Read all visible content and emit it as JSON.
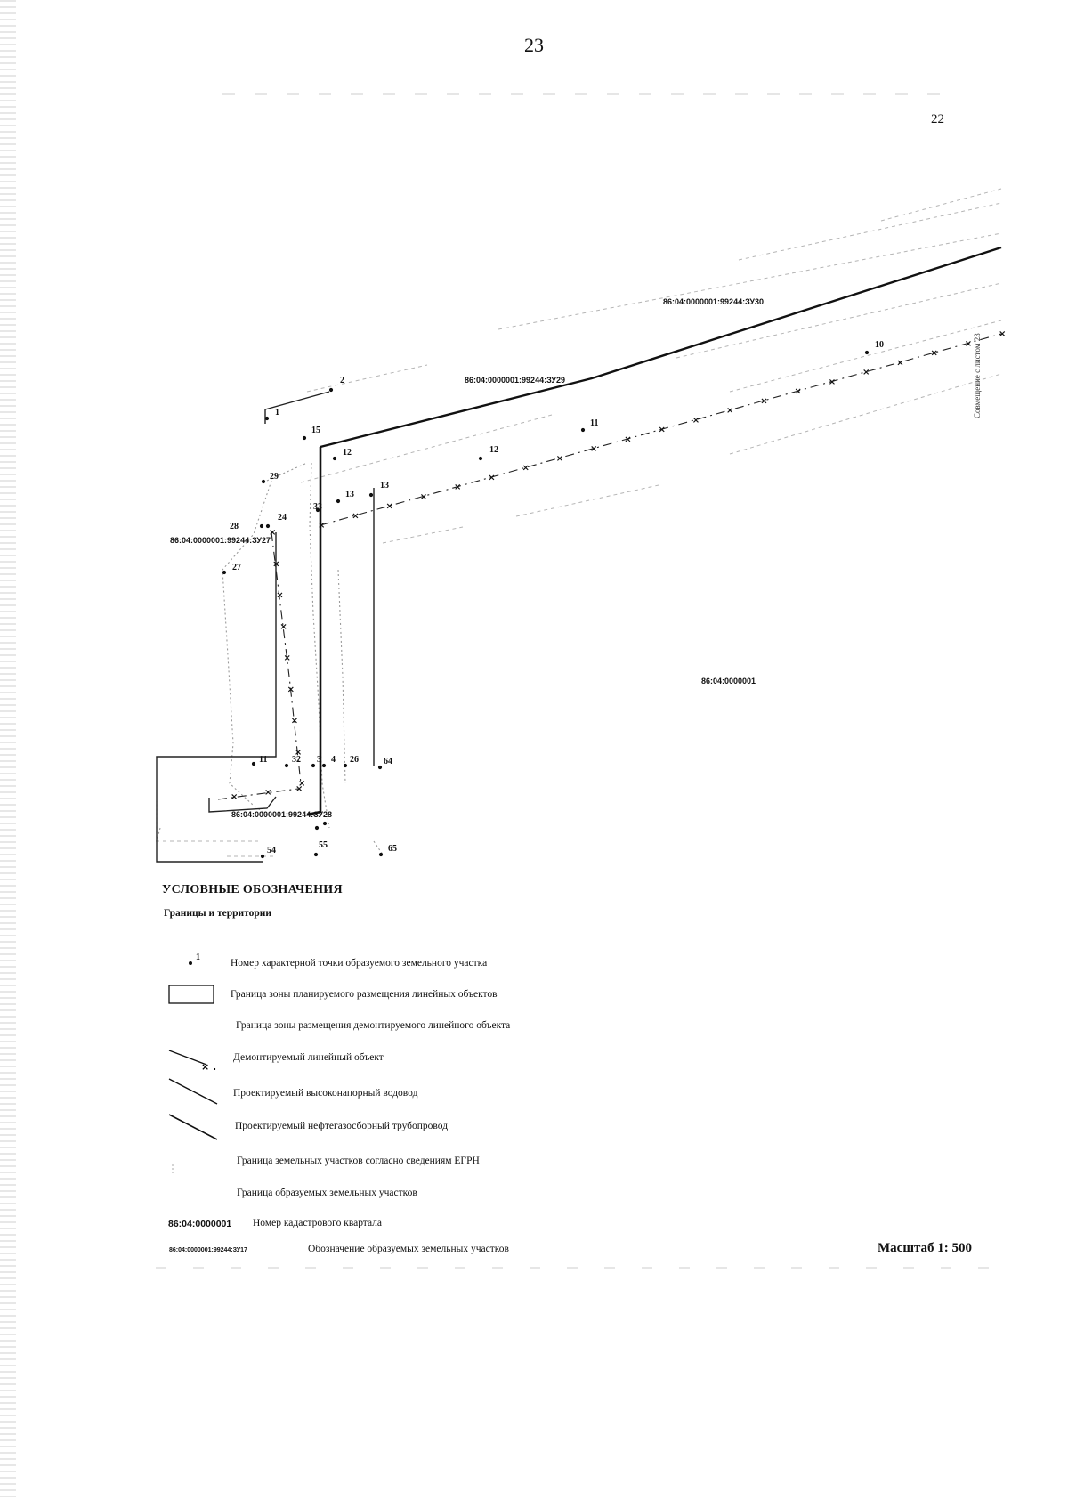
{
  "page_number": "23",
  "sheet_number": "22",
  "scale": "Масштаб 1: 500",
  "plan": {
    "quarter_label": "86:04:0000001",
    "parcels": {
      "zu30": "86:04:0000001:99244:ЗУ30",
      "zu29": "86:04:0000001:99244:ЗУ29",
      "zu27": "86:04:0000001:99244:ЗУ27",
      "zu28": "86:04:0000001:99244:ЗУ28"
    },
    "match_note": "Совмещение с листом 23",
    "points": {
      "p1": "1",
      "p2": "2",
      "p15": "15",
      "p12": "12",
      "p12b": "12",
      "p29": "29",
      "p13": "13",
      "p13b": "13",
      "p33": "33",
      "p24": "24",
      "p28": "28",
      "p27": "27",
      "p11": "11",
      "p10": "10",
      "p11b": "11",
      "p32": "32",
      "p3": "3",
      "p4": "4",
      "p26": "26",
      "p64": "64",
      "p54": "54",
      "p55": "55",
      "p65": "65"
    }
  },
  "legend": {
    "title": "УСЛОВНЫЕ ОБОЗНАЧЕНИЯ",
    "subtitle": "Границы и территории",
    "point_marker_label": "1",
    "items": [
      "Номер характерной точки образуемого земельного участка",
      "Граница зоны планируемого размещения линейных объектов",
      "Граница зоны размещения демонтируемого линейного объекта",
      "Демонтируемый линейный объект",
      "Проектируемый высоконапорный водовод",
      "Проектируемый нефтегазосборный трубопровод",
      "Граница земельных участков согласно сведениям ЕГРН",
      "Граница образуемых земельных участков"
    ],
    "quarter_code": "86:04:0000001",
    "quarter_desc": "Номер кадастрового квартала",
    "parcel_code": "86:04:0000001:99244:ЗУ17",
    "parcel_desc": "Обозначение образуемых земельных участков"
  }
}
